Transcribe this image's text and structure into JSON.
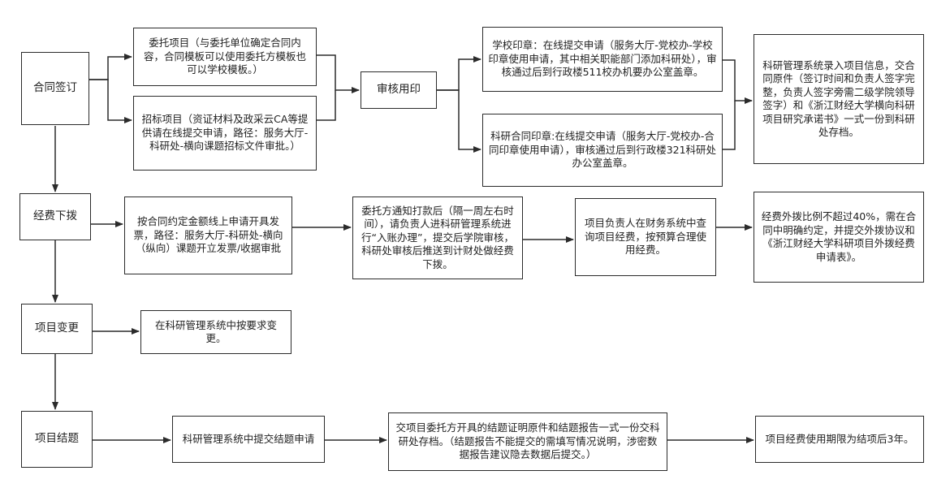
{
  "nodes": {
    "contract_signing": "合同签订",
    "entrusted_project": "委托项目（与委托单位确定合同内容，合同模板可以使用委托方模板也可以学校模板。）",
    "tender_project": "招标项目（资证材料及政采云CA等提供请在线提交申请，路径：服务大厅-科研处-横向课题招标文件审批。）",
    "review_seal": "审核用印",
    "school_seal": "学校印章：在线提交申请（服务大厅-党校办-学校印章使用申请，其中相关职能部门添加科研处），审核通过后到行政楼511校办机要办公室盖章。",
    "research_seal": "科研合同印章:在线提交申请（服务大厅-党校办-合同印章使用申请），审核通过后到行政楼321科研处办公室盖章。",
    "system_entry": "科研管理系统录入项目信息，交合同原件（签订时间和负责人签字完整，负责人签字旁需二级学院领导签字）和《浙江财经大学横向科研项目研究承诺书》一式一份到科研处存档。",
    "funding": "经费下拨",
    "invoice": "按合同约定金额线上申请开具发票，路径：服务大厅-科研处-横向（纵向）课题开立发票/收据审批",
    "payment_notice": "委托方通知打款后（隔一周左右时间），请负责人进科研管理系统进行“入账办理”，提交后学院审核，科研处审核后推送到计财处做经费下拨。",
    "check_funds": "项目负责人在财务系统中查询项目经费，按预算合理使用经费。",
    "outsourcing": "经费外拨比例不超过40%，需在合同中明确约定，并提交外拨协议和《浙江财经大学科研项目外拨经费申请表》。",
    "project_change": "项目变更",
    "change_request": "在科研管理系统中按要求变更。",
    "project_conclusion": "项目结题",
    "submit_conclusion": "科研管理系统中提交结题申请",
    "conclusion_docs": "交项目委托方开具的结题证明原件和结题报告一式一份交科研处存档。（结题报告不能提交的需填写情况说明，涉密数据报告建议隐去数据后提交。）",
    "funding_deadline": "项目经费使用期限为结项后3年。"
  },
  "colors": {
    "line": "#2b2b2b",
    "border": "#2b2b2b",
    "text": "#222222"
  }
}
